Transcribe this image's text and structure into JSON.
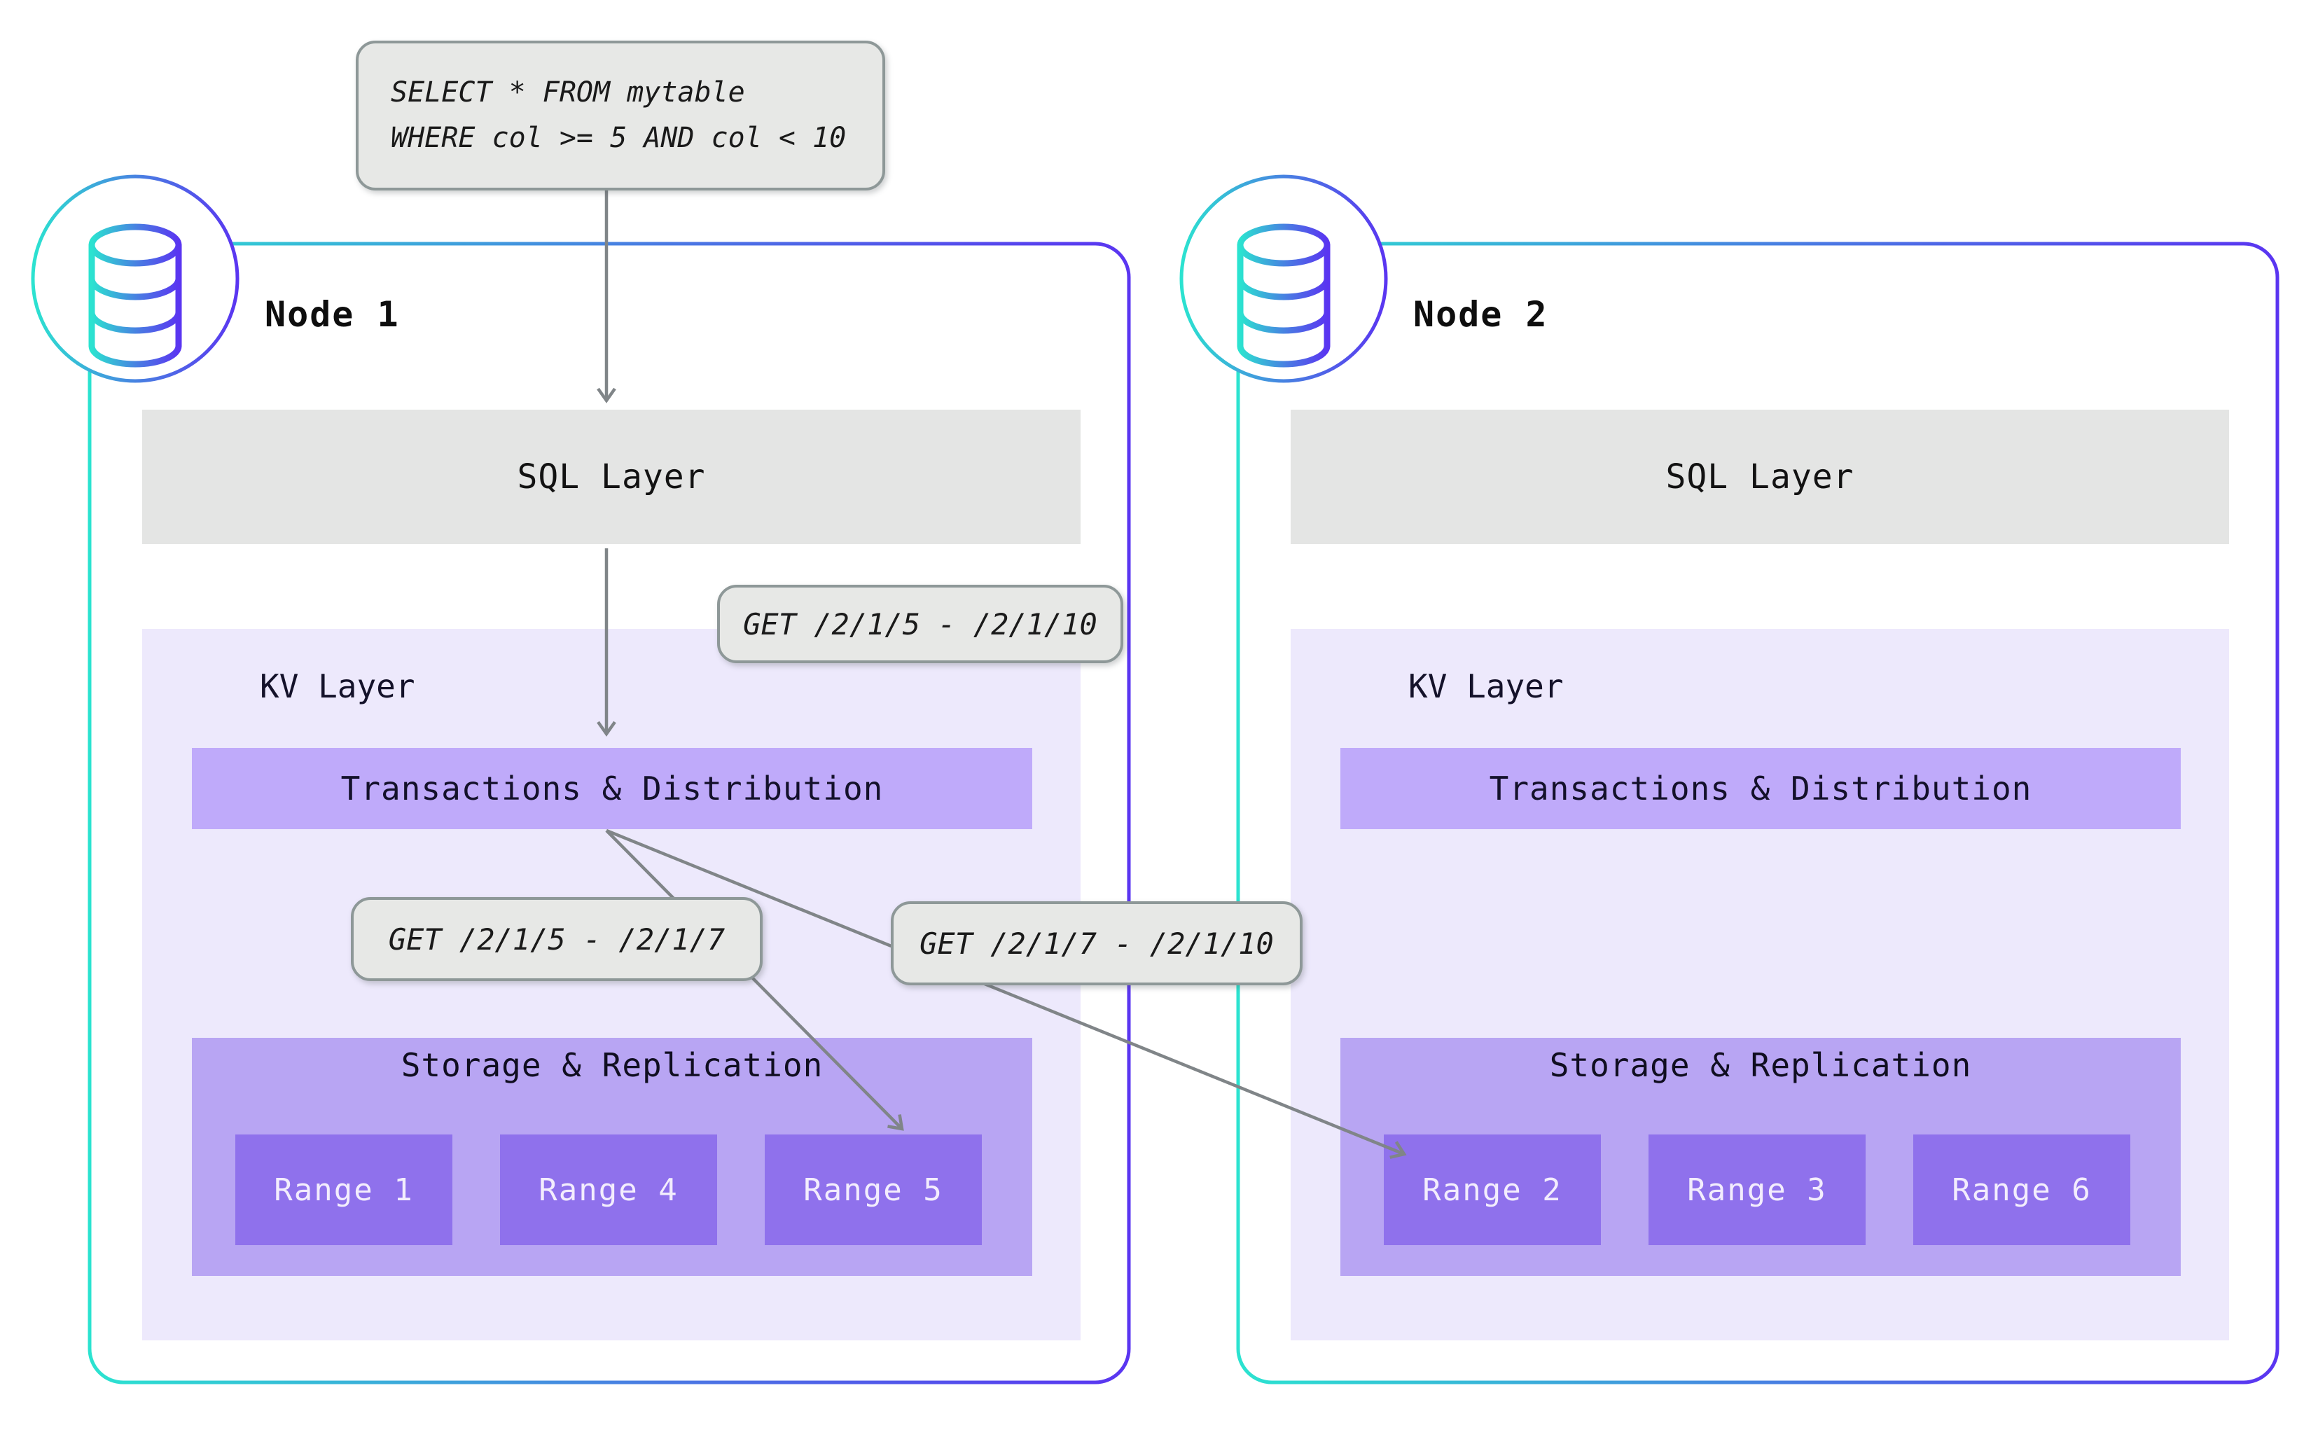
{
  "query": {
    "line1": "SELECT * FROM mytable",
    "line2": "WHERE col >= 5 AND col < 10"
  },
  "get_labels": {
    "full": "GET /2/1/5 - /2/1/10",
    "left": "GET /2/1/5 - /2/1/7",
    "right": "GET /2/1/7 - /2/1/10"
  },
  "nodes": [
    {
      "title": "Node 1",
      "sql": "SQL Layer",
      "kv": "KV Layer",
      "transactions": "Transactions & Distribution",
      "storage": "Storage & Replication",
      "ranges": [
        "Range 1",
        "Range 4",
        "Range 5"
      ]
    },
    {
      "title": "Node 2",
      "sql": "SQL Layer",
      "kv": "KV Layer",
      "transactions": "Transactions & Distribution",
      "storage": "Storage & Replication",
      "ranges": [
        "Range 2",
        "Range 3",
        "Range 6"
      ]
    }
  ],
  "colors": {
    "node_border_gradient": [
      "#2BE3D0",
      "#4A7AE3",
      "#5A35F1"
    ],
    "sql_layer_bg": "#e4e5e4",
    "kv_layer_bg": "#ede9fc",
    "transactions_bar_bg": "#bfaafa",
    "storage_box_bg": "#b8a5f3",
    "range_box_bg": "#8f71ec",
    "range_text": "#f3edfd",
    "label_bubble_bg": "#e7e8e6",
    "label_bubble_border": "#8e9898",
    "arrow": "#808588"
  }
}
